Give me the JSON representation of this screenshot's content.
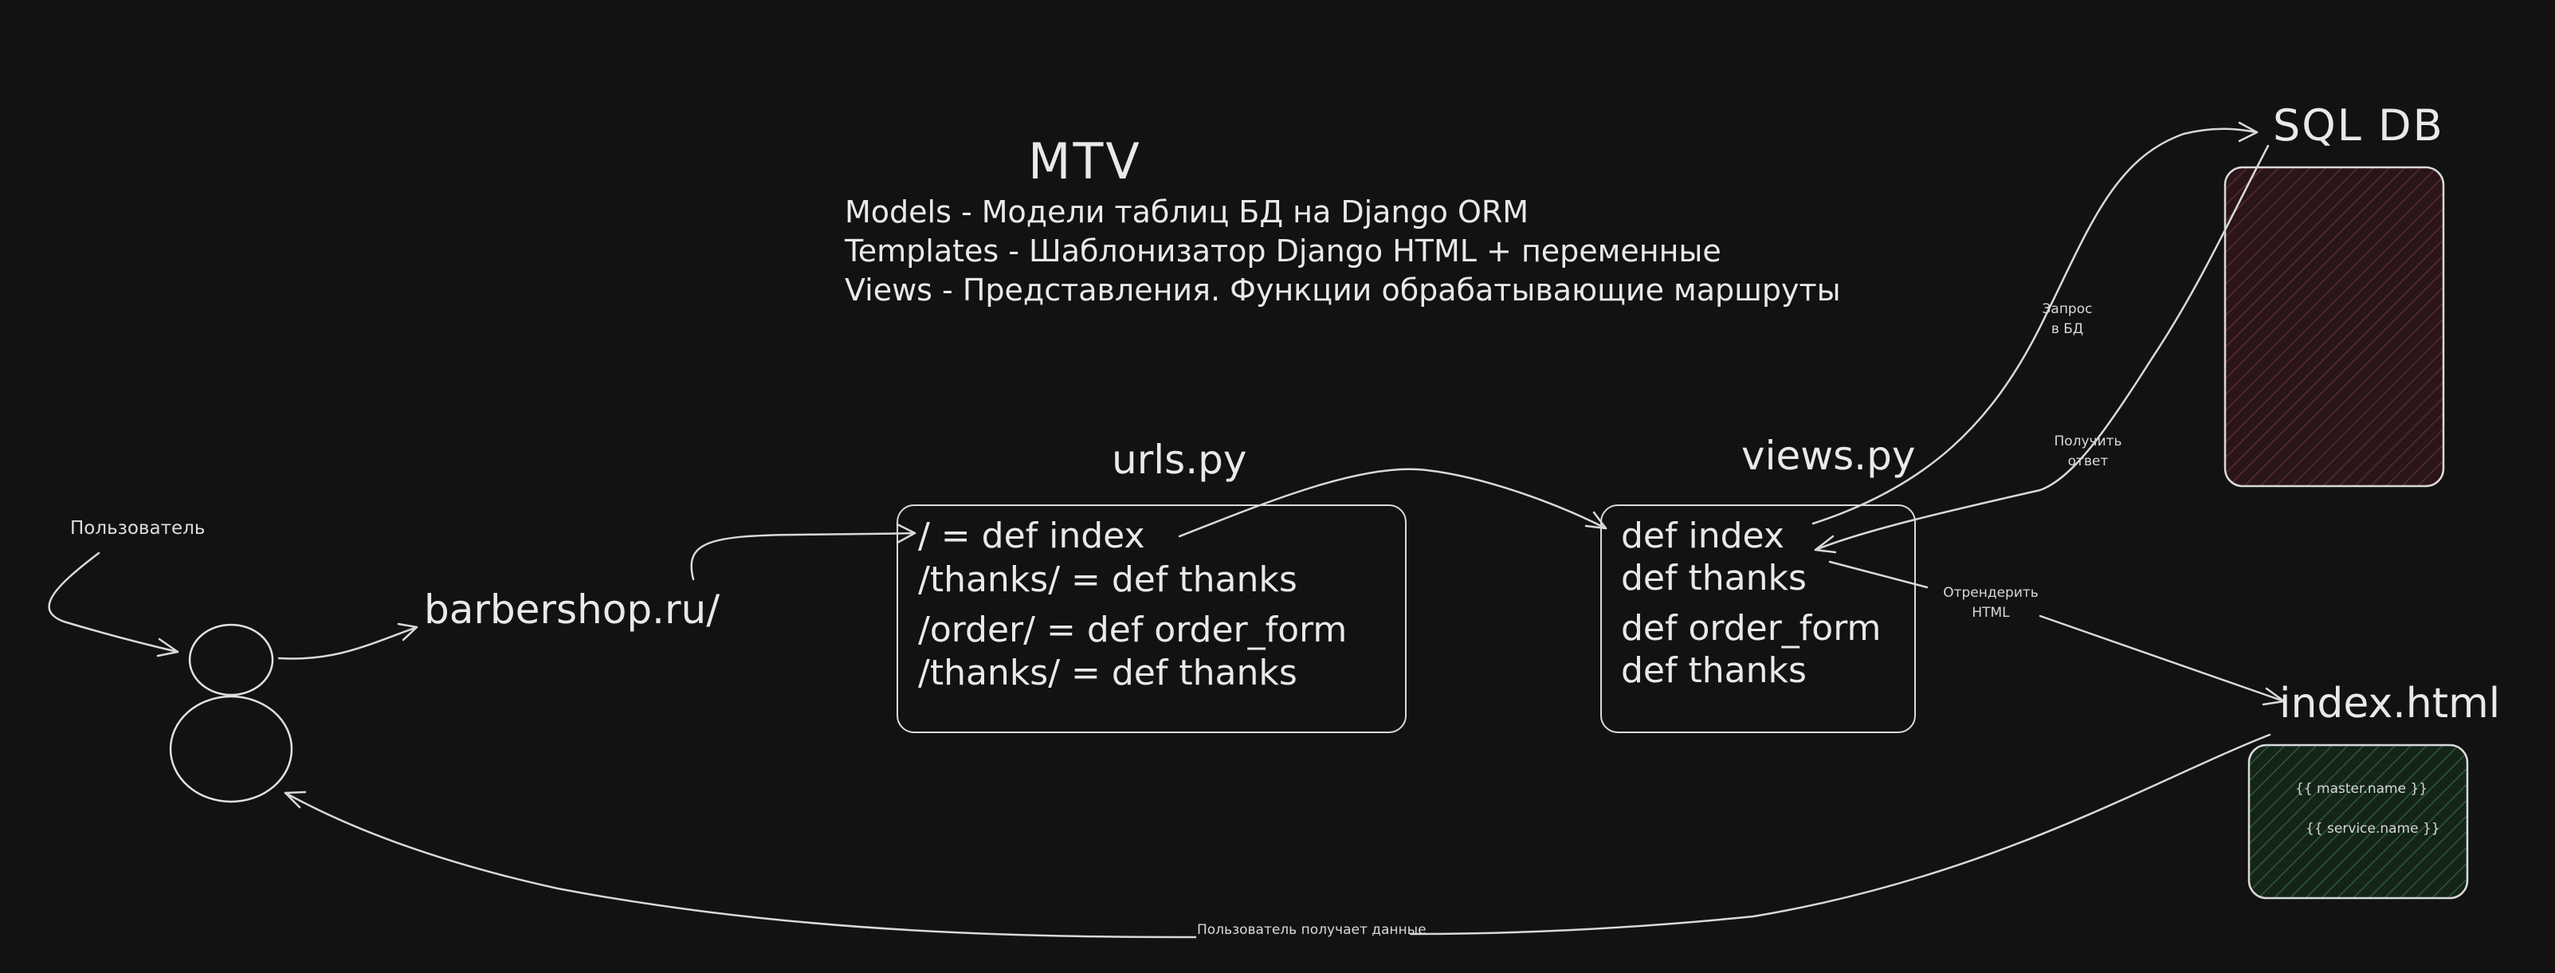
{
  "mtv": {
    "title": "MTV",
    "lines": [
      "Models - Модели таблиц БД на Django ORM",
      "Templates - Шаблонизатор Django HTML + переменные",
      "Views - Представления. Функции обрабатывающие маршруты"
    ]
  },
  "user": {
    "label": "Пользователь"
  },
  "domain": {
    "label": "barbershop.ru/"
  },
  "urls": {
    "title": "urls.py",
    "rows": [
      "/  =  def index",
      "/thanks/ = def thanks",
      "/order/  =  def order_form",
      "/thanks/ = def thanks"
    ]
  },
  "views": {
    "title": "views.py",
    "rows": [
      "def index",
      "def thanks",
      "def order_form",
      "def thanks"
    ]
  },
  "db": {
    "title": "SQL DB"
  },
  "template": {
    "title": "index.html",
    "vars": [
      "{{ master.name }}",
      "{{ service.name }}"
    ]
  },
  "arrows": {
    "db_query": [
      "Запрос",
      "в БД"
    ],
    "db_response": [
      "Получить",
      "ответ"
    ],
    "render": [
      "Отрендерить",
      "HTML"
    ],
    "user_receives": "Пользователь получает данные"
  },
  "colors": {
    "background": "#121212",
    "stroke": "#d9d9d9",
    "db_fill": "#2a1518",
    "db_hatch": "#5a2a30",
    "template_fill": "#142418",
    "template_hatch": "#2d5a35"
  }
}
